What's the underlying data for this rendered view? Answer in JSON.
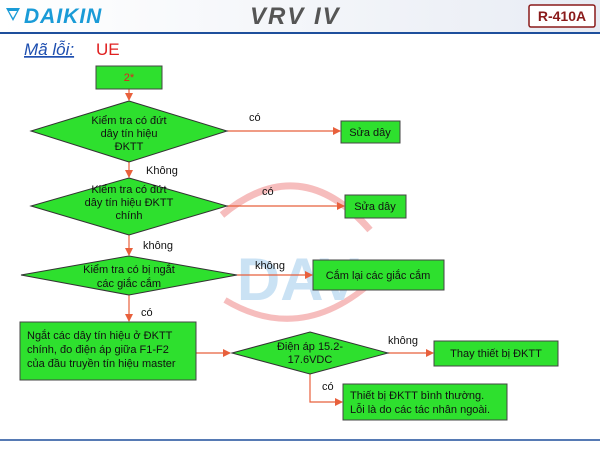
{
  "header": {
    "brand": "DAIKIN",
    "product": "VRV IV",
    "refrigerant": "R-410A"
  },
  "error": {
    "label": "Mã lỗi:",
    "code": "UE"
  },
  "watermark": "DAV",
  "flow": {
    "start": "2*",
    "d1": [
      "Kiểm tra có đứt",
      "dây tín hiệu",
      "ĐKTT"
    ],
    "d1_yes": "có",
    "d1_no": "Không",
    "fix1": "Sửa dây",
    "d2": [
      "Kiểm tra có đứt",
      "dây tín hiệu ĐKTT",
      "chính"
    ],
    "d2_yes": "có",
    "d2_no": "không",
    "fix2": "Sửa dây",
    "d3": [
      "Kiểm tra có bị ngắt",
      "các giắc cắm"
    ],
    "d3_no": "không",
    "d3_yes": "có",
    "fix3": "Cắm lại các giắc cắm",
    "measure": [
      "Ngắt các dây tín hiệu ở ĐKTT",
      "chính, đo điện áp giữa F1-F2",
      "của đầu truyền tín hiệu master"
    ],
    "d4": [
      "Điện áp 15.2-",
      "17.6VDC"
    ],
    "d4_no": "không",
    "d4_yes": "có",
    "replace": "Thay thiết bị ĐKTT",
    "ok": [
      "Thiết bị ĐKTT bình thường.",
      "Lỗi là do các tác nhân ngoài."
    ]
  }
}
